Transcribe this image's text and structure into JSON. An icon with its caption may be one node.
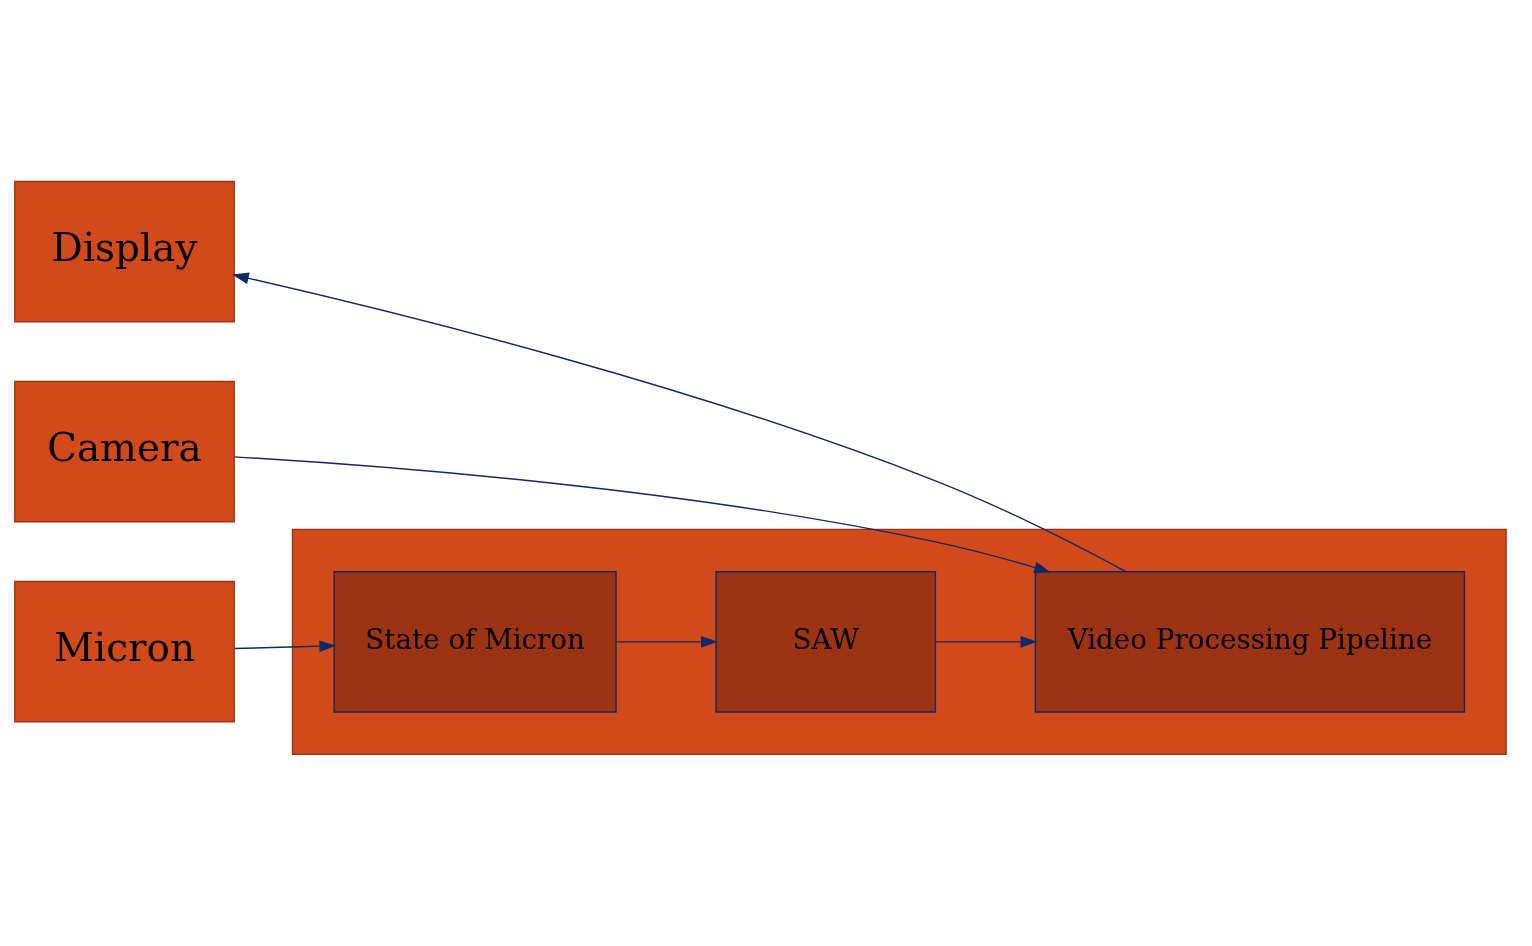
{
  "diagram": {
    "nodes": [
      {
        "text": [
          "Display"
        ]
      },
      {
        "text": [
          "Camera"
        ]
      },
      {
        "text": [
          "Micron"
        ]
      },
      {
        "text": [],
        "shape": "box"
      },
      {
        "text": [
          "Video Processing Pipeline"
        ],
        "in": 3
      },
      {
        "text": [
          "State of Micron"
        ],
        "in": 3
      },
      {
        "text": [
          "SAW"
        ],
        "in": 3
      }
    ],
    "edges": [
      {
        "from": 4,
        "to": 0,
        "arrow": "to"
      },
      {
        "from": 1,
        "to": 4,
        "arrow": "to"
      },
      {
        "from": 2,
        "to": 5,
        "arrow": "to"
      },
      {
        "from": 5,
        "to": 6,
        "arrow": "to"
      },
      {
        "from": 6,
        "to": 4,
        "arrow": "to"
      }
    ]
  }
}
